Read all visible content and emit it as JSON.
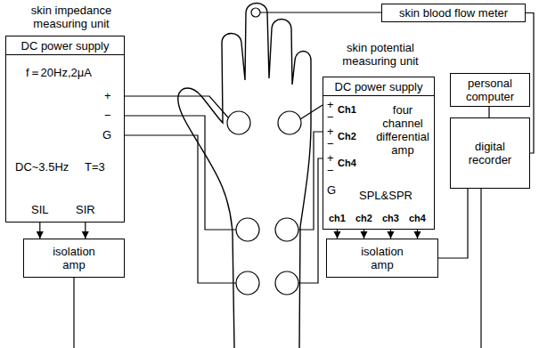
{
  "diagram": {
    "nodes": [
      {
        "text": [
          "DC power supply"
        ]
      },
      {
        "text": [
          "f＝20Hz,2μA",
          "+",
          "−",
          "G",
          "DC~3.5Hz",
          "T=3",
          "SIL",
          "SIR"
        ]
      },
      {
        "text": [
          "isolation amp"
        ]
      },
      {
        "text": [
          "skin blood flow meter"
        ]
      },
      {
        "text": [
          "DC power supply"
        ]
      },
      {
        "text": [
          "+",
          "Ch1",
          "−",
          "+",
          "Ch2",
          "−",
          "+",
          "Ch4",
          "−",
          "four channel differential amp",
          "G",
          "SPL&SPR",
          "ch1",
          "ch2",
          "ch3",
          "ch4"
        ]
      },
      {
        "text": [
          "isolation amp"
        ]
      },
      {
        "text": [
          "personal computer"
        ]
      },
      {
        "text": [
          "digital recorder"
        ]
      }
    ],
    "edges": [
      {
        "from": 1,
        "to": 2,
        "arrow": "to"
      },
      {
        "from": 1,
        "to": 2,
        "arrow": "to"
      },
      {
        "from": 5,
        "to": 6,
        "arrow": "to"
      },
      {
        "from": 5,
        "to": 6,
        "arrow": "to"
      },
      {
        "from": 5,
        "to": 6,
        "arrow": "to"
      },
      {
        "from": 5,
        "to": 6,
        "arrow": "to"
      },
      {
        "from": 3,
        "to": 8,
        "arrow": "none"
      },
      {
        "from": 7,
        "to": 8,
        "arrow": "none"
      },
      {
        "from": 6,
        "to": 8,
        "arrow": "none"
      }
    ],
    "labels": [
      "skin impedance measuring unit",
      "skin potential measuring unit"
    ]
  }
}
